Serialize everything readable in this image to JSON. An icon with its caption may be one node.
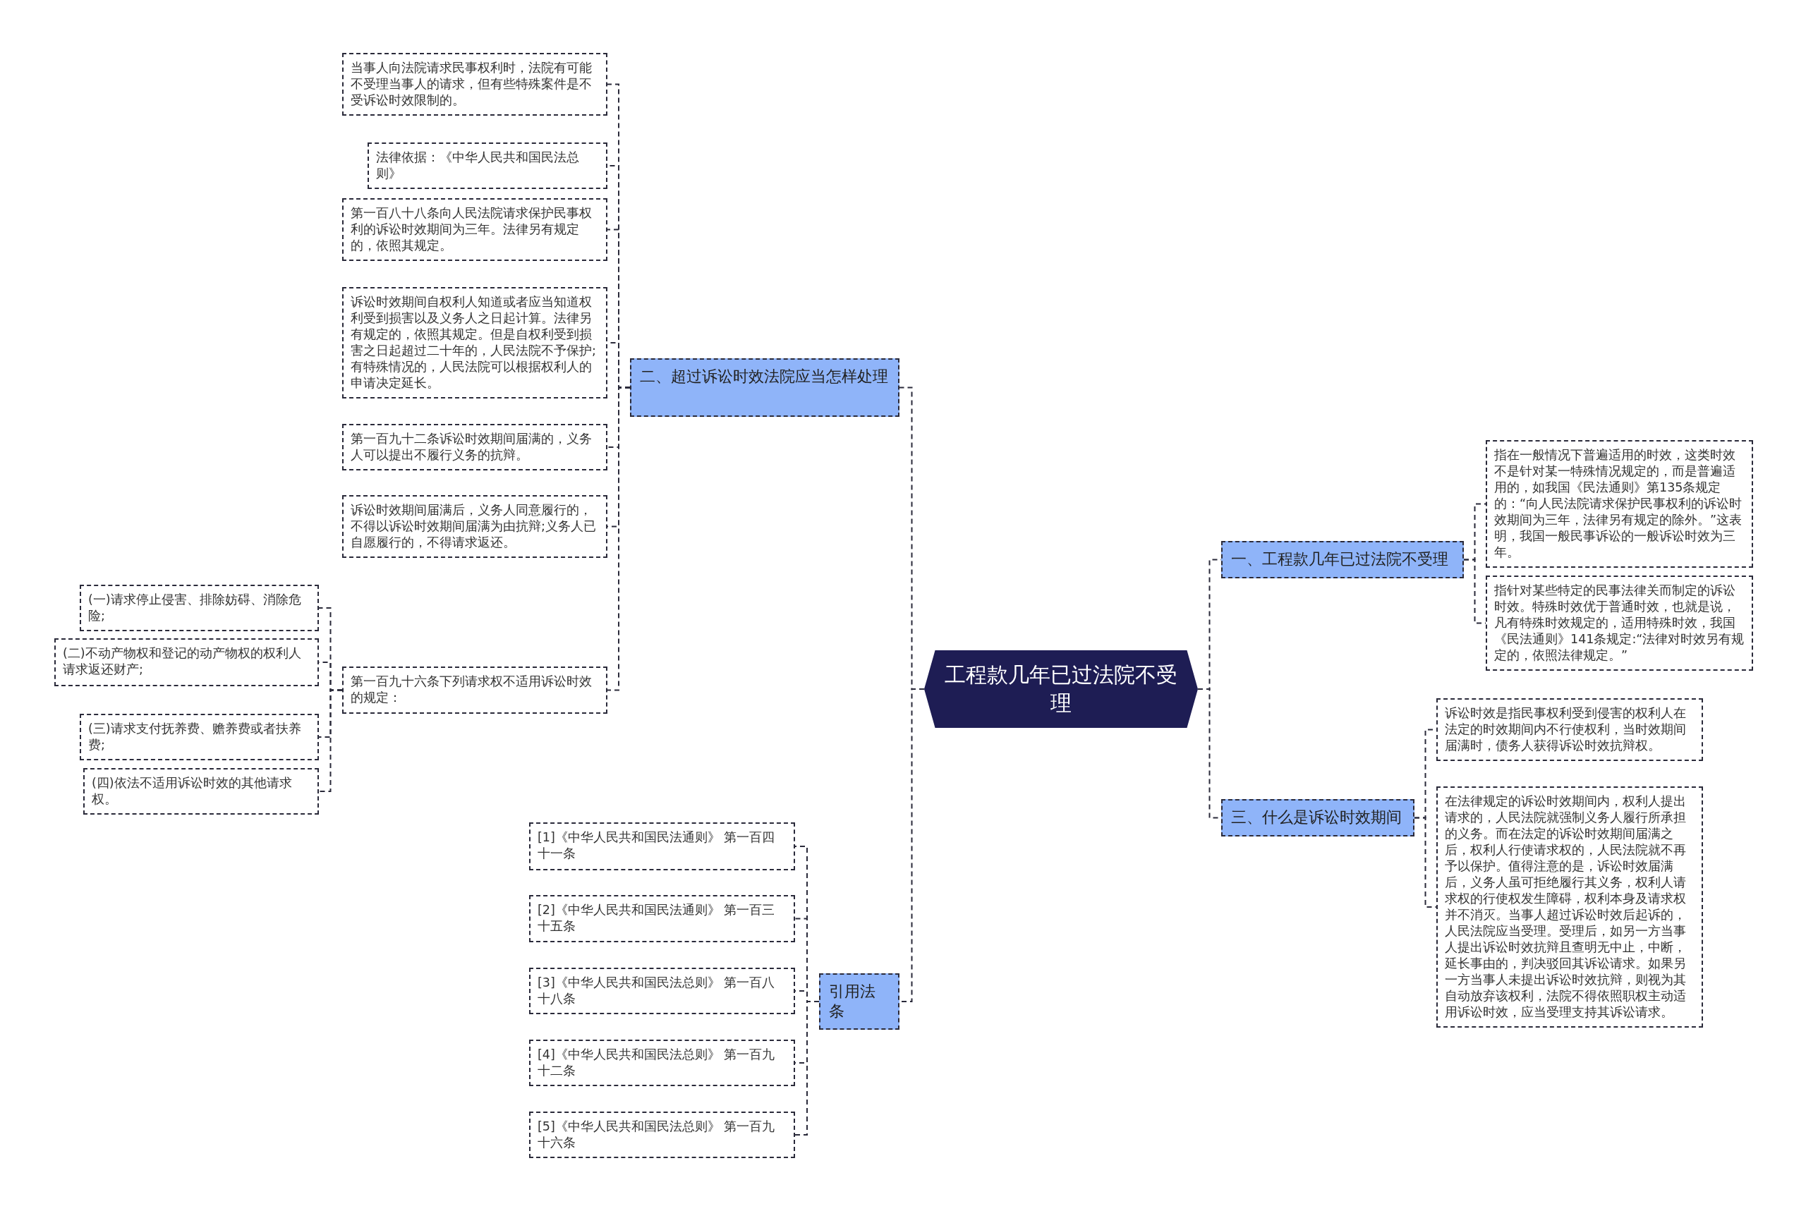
{
  "diagram": {
    "nodes": [
      {
        "text": [
          "工程款几年已过法院不受理"
        ]
      },
      {
        "text": [
          "一、工程款几年已过法院不受理"
        ]
      },
      {
        "text": [
          "指在一般情况下普遍适用的时效，这类时效不是针对某一特殊情况规定的，而是普遍适用的，如我国《民法通则》第135条规定的：“向人民法院请求保护民事权利的诉讼时效期间为三年，法律另有规定的除外。”这表明，我国一般民事诉讼的一般诉讼时效为三年。"
        ]
      },
      {
        "text": [
          "指针对某些特定的民事法律关而制定的诉讼时效。特殊时效优于普通时效，也就是说，凡有特殊时效规定的，适用特殊时效，我国《民法通则》141条规定:“法律对时效另有规定的，依照法律规定。”"
        ]
      },
      {
        "text": [
          "二、超过诉讼时效法院应当怎样处理"
        ]
      },
      {
        "text": [
          "当事人向法院请求民事权利时，法院有可能不受理当事人的请求，但有些特殊案件是不受诉讼时效限制的。"
        ]
      },
      {
        "text": [
          "法律依据：《中华人民共和国民法总则》"
        ]
      },
      {
        "text": [
          "第一百八十八条向人民法院请求保护民事权利的诉讼时效期间为三年。法律另有规定的，依照其规定。"
        ]
      },
      {
        "text": [
          "诉讼时效期间自权利人知道或者应当知道权利受到损害以及义务人之日起计算。法律另有规定的，依照其规定。但是自权利受到损害之日起超过二十年的，人民法院不予保护;有特殊情况的，人民法院可以根据权利人的申请决定延长。"
        ]
      },
      {
        "text": [
          "第一百九十二条诉讼时效期间届满的，义务人可以提出不履行义务的抗辩。"
        ]
      },
      {
        "text": [
          "诉讼时效期间届满后，义务人同意履行的，不得以诉讼时效期间届满为由抗辩;义务人已自愿履行的，不得请求返还。"
        ]
      },
      {
        "text": [
          "第一百九十六条下列请求权不适用诉讼时效的规定："
        ]
      },
      {
        "text": [
          "(一)请求停止侵害、排除妨碍、消除危险;"
        ]
      },
      {
        "text": [
          "(二)不动产物权和登记的动产物权的权利人请求返还财产;"
        ]
      },
      {
        "text": [
          "(三)请求支付抚养费、赡养费或者扶养费;"
        ]
      },
      {
        "text": [
          "(四)依法不适用诉讼时效的其他请求权。"
        ]
      },
      {
        "text": [
          "三、什么是诉讼时效期间"
        ]
      },
      {
        "text": [
          "诉讼时效是指民事权利受到侵害的权利人在法定的时效期间内不行使权利，当时效期间届满时，债务人获得诉讼时效抗辩权。"
        ]
      },
      {
        "text": [
          "在法律规定的诉讼时效期间内，权利人提出请求的，人民法院就强制义务人履行所承担的义务。而在法定的诉讼时效期间届满之后，权利人行使请求权的，人民法院就不再予以保护。值得注意的是，诉讼时效届满后，义务人虽可拒绝履行其义务，权利人请求权的行使权发生障碍，权利本身及请求权并不消灭。当事人超过诉讼时效后起诉的，人民法院应当受理。受理后，如另一方当事人提出诉讼时效抗辩且查明无中止，中断，延长事由的，判决驳回其诉讼请求。如果另一方当事人未提出诉讼时效抗辩，则视为其自动放弃该权利，法院不得依照职权主动适用诉讼时效，应当受理支持其诉讼请求。"
        ]
      },
      {
        "text": [
          "引用法条"
        ]
      },
      {
        "text": [
          "[1]《中华人民共和国民法通则》 第一百四十一条"
        ]
      },
      {
        "text": [
          "[2]《中华人民共和国民法通则》 第一百三十五条"
        ]
      },
      {
        "text": [
          "[3]《中华人民共和国民法总则》 第一百八十八条"
        ]
      },
      {
        "text": [
          "[4]《中华人民共和国民法总则》 第一百九十二条"
        ]
      },
      {
        "text": [
          "[5]《中华人民共和国民法总则》 第一百九十六条"
        ]
      }
    ],
    "edges": [
      {
        "from": 0,
        "to": 1,
        "arrow": "none",
        "style": "dashed"
      },
      {
        "from": 1,
        "to": 2,
        "arrow": "none",
        "style": "dashed"
      },
      {
        "from": 1,
        "to": 3,
        "arrow": "none",
        "style": "dashed"
      },
      {
        "from": 0,
        "to": 4,
        "arrow": "none",
        "style": "dashed"
      },
      {
        "from": 4,
        "to": 5,
        "arrow": "none",
        "style": "dashed"
      },
      {
        "from": 4,
        "to": 6,
        "arrow": "none",
        "style": "dashed"
      },
      {
        "from": 4,
        "to": 7,
        "arrow": "none",
        "style": "dashed"
      },
      {
        "from": 4,
        "to": 8,
        "arrow": "none",
        "style": "dashed"
      },
      {
        "from": 4,
        "to": 9,
        "arrow": "none",
        "style": "dashed"
      },
      {
        "from": 4,
        "to": 10,
        "arrow": "none",
        "style": "dashed"
      },
      {
        "from": 4,
        "to": 11,
        "arrow": "none",
        "style": "dashed"
      },
      {
        "from": 11,
        "to": 12,
        "arrow": "none",
        "style": "dashed"
      },
      {
        "from": 11,
        "to": 13,
        "arrow": "none",
        "style": "dashed"
      },
      {
        "from": 11,
        "to": 14,
        "arrow": "none",
        "style": "dashed"
      },
      {
        "from": 11,
        "to": 15,
        "arrow": "none",
        "style": "dashed"
      },
      {
        "from": 0,
        "to": 16,
        "arrow": "none",
        "style": "dashed"
      },
      {
        "from": 16,
        "to": 17,
        "arrow": "none",
        "style": "dashed"
      },
      {
        "from": 16,
        "to": 18,
        "arrow": "none",
        "style": "dashed"
      },
      {
        "from": 0,
        "to": 19,
        "arrow": "none",
        "style": "dashed"
      },
      {
        "from": 19,
        "to": 20,
        "arrow": "none",
        "style": "dashed"
      },
      {
        "from": 19,
        "to": 21,
        "arrow": "none",
        "style": "dashed"
      },
      {
        "from": 19,
        "to": 22,
        "arrow": "none",
        "style": "dashed"
      },
      {
        "from": 19,
        "to": 23,
        "arrow": "none",
        "style": "dashed"
      },
      {
        "from": 19,
        "to": 24,
        "arrow": "none",
        "style": "dashed"
      }
    ]
  }
}
